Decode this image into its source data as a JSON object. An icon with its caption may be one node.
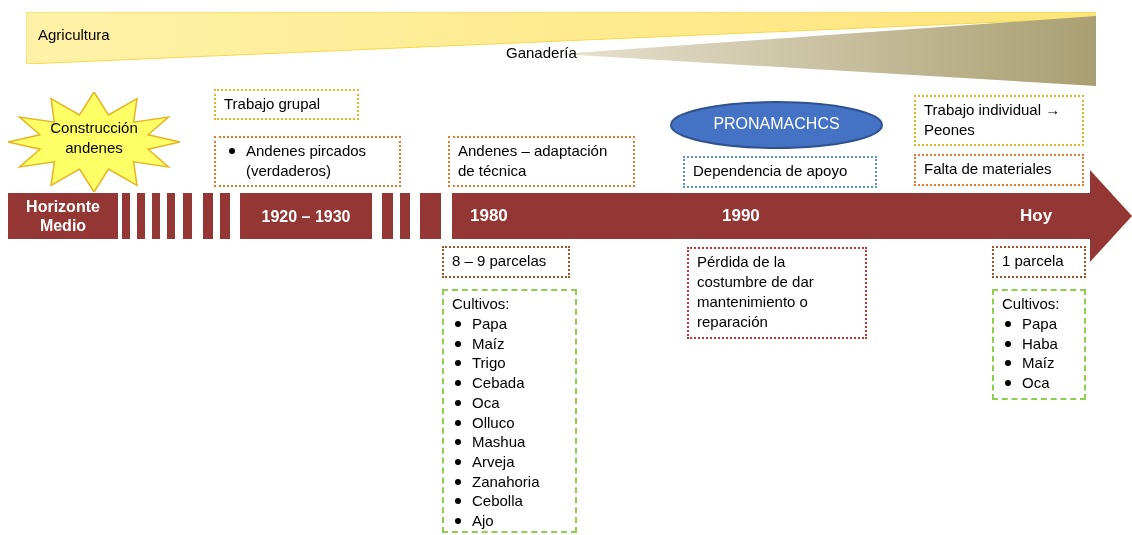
{
  "diagram": {
    "nodes": [
      {
        "text": [
          "Agricultura"
        ]
      },
      {
        "text": [
          "Ganadería"
        ]
      },
      {
        "text": [
          "Construcción andenes"
        ]
      },
      {
        "text": [
          "Trabajo grupal"
        ]
      },
      {
        "text": [
          "Andenes pircados (verdaderos)"
        ]
      },
      {
        "text": [
          "Andenes – adaptación de técnica"
        ]
      },
      {
        "text": [
          "PRONAMACHCS"
        ]
      },
      {
        "text": [
          "Trabajo individual → Peones"
        ]
      },
      {
        "text": [
          "Dependencia de apoyo"
        ]
      },
      {
        "text": [
          "Falta de materiales"
        ]
      },
      {
        "text": [
          "Horizonte Medio"
        ]
      },
      {
        "text": [],
        "shape": "bar"
      },
      {
        "text": [],
        "shape": "bar"
      },
      {
        "text": [],
        "shape": "bar"
      },
      {
        "text": [],
        "shape": "bar"
      },
      {
        "text": [],
        "shape": "bar"
      },
      {
        "text": [],
        "shape": "bar"
      },
      {
        "text": [],
        "shape": "bar"
      },
      {
        "text": [
          "1920 – 1930"
        ]
      },
      {
        "text": [],
        "shape": "bar"
      },
      {
        "text": [],
        "shape": "bar"
      },
      {
        "text": [],
        "shape": "bar"
      },
      {
        "text": [
          "1980",
          "1990",
          "Hoy"
        ]
      },
      {
        "text": [
          "8 – 9 parcelas"
        ]
      },
      {
        "text": [
          "Pérdida de la costumbre de dar mantenimiento o reparación"
        ]
      },
      {
        "text": [
          "1 parcela"
        ]
      },
      {
        "text": [
          "Cultivos:",
          "Papa",
          "Maíz",
          "Trigo",
          "Cebada",
          "Oca",
          "Olluco",
          "Mashua",
          "Arveja",
          "Zanahoria",
          "Cebolla",
          "Ajo"
        ]
      },
      {
        "text": [
          "Cultivos:",
          "Papa",
          "Haba",
          "Maíz",
          "Oca"
        ]
      }
    ]
  }
}
